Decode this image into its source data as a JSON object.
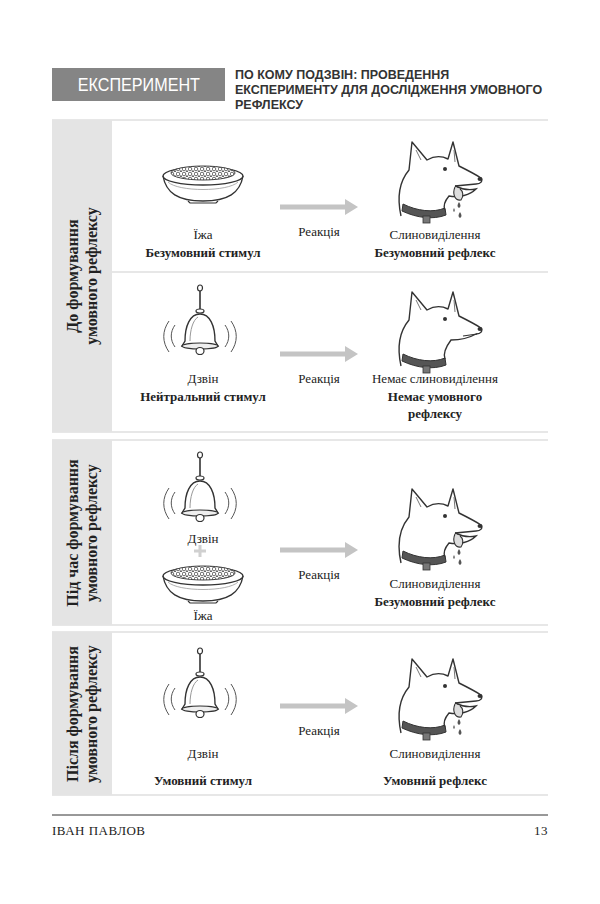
{
  "diagram": {
    "title": "ПО КОМУ ПОДЗВІН: ПРОВЕДЕННЯ ЕКСПЕРИМЕНТУ ДЛЯ ДОСЛІДЖЕННЯ УМОВНОГО РЕФЛЕКСУ",
    "nodes": [
      {
        "text": [
          "ЕКСПЕРИМЕНТ"
        ]
      },
      {
        "text": [
          "До формування умовного рефлексу"
        ]
      },
      {
        "text": [
          "Їжа",
          "Безумовний стимул"
        ]
      },
      {
        "text": [
          "Слиновиділення",
          "Безумовний рефлекс"
        ]
      },
      {
        "text": [
          "Дзвін",
          "Нейтральний стимул"
        ]
      },
      {
        "text": [
          "Немає слиновиділення",
          "Немає умовного рефлексу"
        ]
      },
      {
        "text": [
          "Під час формування умовного рефлексу"
        ]
      },
      {
        "text": [
          "Дзвін",
          "Їжа"
        ]
      },
      {
        "text": [
          "Слиновиділення",
          "Безумовний рефлекс"
        ]
      },
      {
        "text": [
          "Після формування умовного рефлексу"
        ]
      },
      {
        "text": [
          "Дзвін",
          "Умовний стимул"
        ]
      },
      {
        "text": [
          "Слиновиділення",
          "Умовний рефлекс"
        ]
      }
    ],
    "edges": [
      {
        "from": 2,
        "to": 3,
        "label": "Реакція",
        "arrow": "to"
      },
      {
        "from": 4,
        "to": 5,
        "label": "Реакція",
        "arrow": "to"
      },
      {
        "from": 7,
        "to": 8,
        "label": "Реакція",
        "arrow": "to"
      },
      {
        "from": 10,
        "to": 11,
        "label": "Реакція",
        "arrow": "to"
      }
    ],
    "labels": [
      "ІВАН ПАВЛОВ",
      "13"
    ]
  }
}
